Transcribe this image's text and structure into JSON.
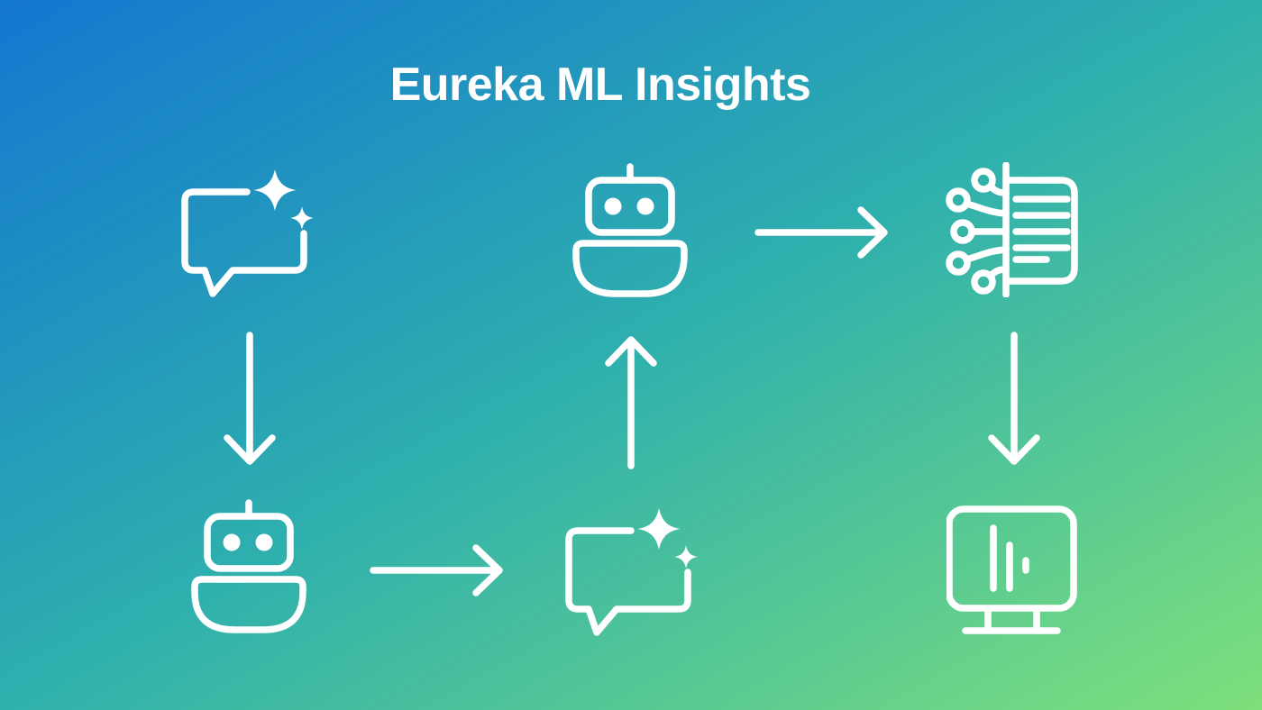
{
  "title": "Eureka ML Insights",
  "colors": {
    "gradient_top_left": "#1377d1",
    "gradient_middle": "#2fb0ad",
    "gradient_bottom_right": "#7ee07b",
    "icon_color": "#ffffff"
  },
  "diagram": {
    "nodes": [
      {
        "id": "chat-prompt-top-left",
        "icon": "chat-sparkles-icon",
        "position": "top-left"
      },
      {
        "id": "robot-bottom-left",
        "icon": "robot-icon",
        "position": "bottom-left"
      },
      {
        "id": "chat-response-bottom-center",
        "icon": "chat-sparkles-icon",
        "position": "bottom-center"
      },
      {
        "id": "robot-top-center",
        "icon": "robot-icon",
        "position": "top-center"
      },
      {
        "id": "ml-report-top-right",
        "icon": "ml-document-icon",
        "position": "top-right"
      },
      {
        "id": "monitor-chart-bottom-right",
        "icon": "monitor-chart-icon",
        "position": "bottom-right"
      }
    ],
    "arrows": [
      {
        "from": "chat-prompt-top-left",
        "to": "robot-bottom-left",
        "direction": "down"
      },
      {
        "from": "robot-bottom-left",
        "to": "chat-response-bottom-center",
        "direction": "right"
      },
      {
        "from": "chat-response-bottom-center",
        "to": "robot-top-center",
        "direction": "up"
      },
      {
        "from": "robot-top-center",
        "to": "ml-report-top-right",
        "direction": "right"
      },
      {
        "from": "ml-report-top-right",
        "to": "monitor-chart-bottom-right",
        "direction": "down"
      }
    ]
  }
}
